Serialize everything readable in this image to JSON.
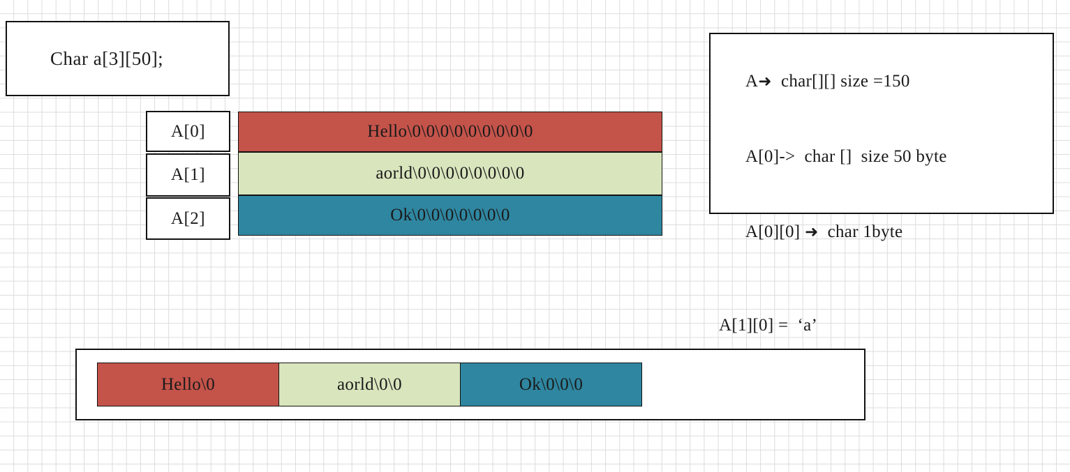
{
  "declaration": {
    "text": "Char a[3][50];"
  },
  "notes": {
    "lines": [
      {
        "prefix": "A",
        "arrow": "➜",
        "rest": "  char[][] size =150"
      },
      {
        "prefix": "A[0]->",
        "arrow": "",
        "rest": "  char []  size 50 byte"
      },
      {
        "prefix": "A[0][0] ",
        "arrow": "➜",
        "rest": "  char 1byte"
      }
    ],
    "assignment": "A[1][0] =  ‘a’"
  },
  "array2d": {
    "rows": [
      {
        "index_label": "A[0]",
        "content": "Hello\\0\\0\\0\\0\\0\\0\\0\\0\\0",
        "color": "#c4534a"
      },
      {
        "index_label": "A[1]",
        "content": "aorld\\0\\0\\0\\0\\0\\0\\0\\0",
        "color": "#d9e5bd"
      },
      {
        "index_label": "A[2]",
        "content": "Ok\\0\\0\\0\\0\\0\\0\\0",
        "color": "#2f86a0"
      }
    ]
  },
  "memory_strip": {
    "segments": [
      {
        "content": "Hello\\0",
        "color": "#c4534a"
      },
      {
        "content": "aorld\\0\\0",
        "color": "#d9e5bd"
      },
      {
        "content": "Ok\\0\\0\\0",
        "color": "#2f86a0"
      }
    ]
  },
  "colors": {
    "red": "#c4534a",
    "green": "#d9e5bd",
    "teal": "#2f86a0",
    "border": "#111111",
    "grid": "#dcdcdc",
    "background": "#ffffff"
  }
}
